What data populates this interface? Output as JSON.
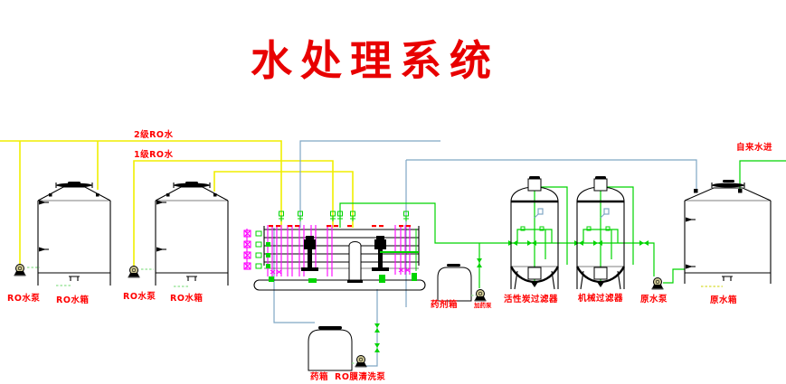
{
  "title": "水处理系统",
  "colors": {
    "title_red": "#e80000",
    "label_red": "#ff0000",
    "pipe_yellow": "#f0ee00",
    "pipe_blue": "#7fa6c4",
    "pipe_green": "#00d400",
    "pipe_magenta": "#ff00ff",
    "tag_green": "#8ce08c",
    "line_black": "#000000"
  },
  "labels": {
    "ro_water_stage2": "2级RO水",
    "ro_water_stage1": "1级RO水",
    "ro_pump_1": "RO水泵",
    "ro_tank_1": "RO水箱",
    "ro_pump_2": "RO水泵",
    "ro_tank_2": "RO水箱",
    "dosing_tank": "药剂箱",
    "dosing_pump": "加药泵",
    "carbon_filter": "活性炭过滤器",
    "mechanical_filter": "机械过滤器",
    "raw_pump": "原水泵",
    "raw_tank": "原水箱",
    "chem_tank": "药箱",
    "cleaning_pump": "RO膜清洗泵",
    "tap_water_in": "自来水进"
  }
}
